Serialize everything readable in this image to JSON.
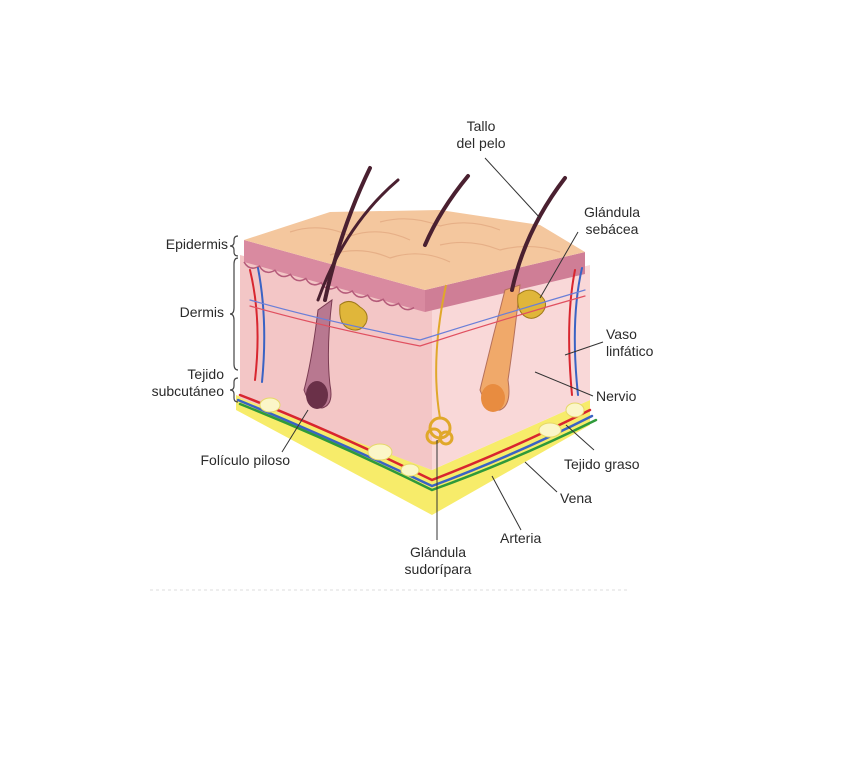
{
  "labels": {
    "tallo": "Tallo\ndel pelo",
    "glandula_sebacea": "Glándula\nsebácea",
    "epidermis": "Epidermis",
    "dermis": "Dermis",
    "tejido_subcutaneo": "Tejido\nsubcutáneo",
    "vaso_linfatico": "Vaso\nlinfático",
    "nervio": "Nervio",
    "foliculo": "Folículo piloso",
    "tejido_graso": "Tejido graso",
    "vena": "Vena",
    "arteria": "Arteria",
    "glandula_sudoripara": "Glándula\nsudorípara"
  },
  "colors": {
    "epidermis_top": "#f4c79e",
    "epidermis_side": "#d98aa0",
    "dermis": "#f6cfcf",
    "subcutaneous": "#f7ec6a",
    "artery": "#d8262f",
    "vein": "#3a63c4",
    "nerve": "#2f9a3a",
    "hair": "#4a2030",
    "gland": "#e0b63a"
  }
}
